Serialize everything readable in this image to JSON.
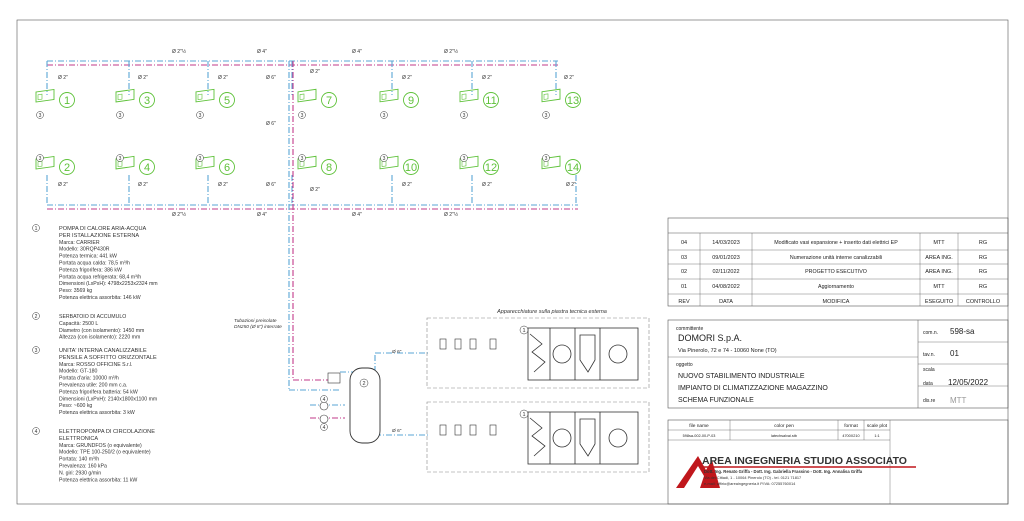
{
  "colors": {
    "pipe_blue": "#5aa6d6",
    "pipe_pink": "#c23a8a",
    "unit_green": "#5fc23a",
    "ink": "#333333",
    "logo_red": "#c0171c"
  },
  "diameters": {
    "d2_1_2": "Ø 2\"½",
    "d4": "Ø 4\"",
    "d2": "Ø 2\"",
    "d6": "Ø 6\""
  },
  "unit_numbers": [
    "1",
    "3",
    "5",
    "7",
    "9",
    "11",
    "13",
    "2",
    "4",
    "6",
    "8",
    "10",
    "12",
    "14"
  ],
  "callout_3": "3",
  "plant_title": "Apparecchiature sulla piastra tecnica esterna",
  "pipe_note": [
    "Tubazioni preisolate",
    "DN250 (Ø 8\") interrate"
  ],
  "plant_callouts": {
    "c1": "1",
    "c2": "2",
    "c4": "4"
  },
  "legend": [
    {
      "num": "1",
      "lines": [
        "POMPA DI CALORE ARIA-ACQUA",
        "PER ISTALLAZIONE ESTERNA",
        "Marca: CARRIER",
        "Modello: 30RQP430R",
        "Potenza termica: 441 kW",
        "Portata acqua calda: 78,5 m³/h",
        "Potenza frigorifera: 386 kW",
        "Portata acqua refrigerata: 68,4 m³/h",
        "Dimensioni (LxPxH): 4798x2253x2324 mm",
        "Peso: 3569 kg",
        "Potenza elettrica assorbita: 146 kW"
      ]
    },
    {
      "num": "2",
      "lines": [
        "SERBATOIO DI ACCUMULO",
        "Capacità: 2500 L",
        "Diametro (con isolamento): 1450 mm",
        "Altezza (con isolamento): 2220 mm"
      ]
    },
    {
      "num": "3",
      "lines": [
        "UNITA' INTERNA CANALIZZABILE",
        "PENSILE A SOFFITTO ORIZZONTALE",
        "Marca: ROSSO OFFICINE S.r.l.",
        "Modello: GT-180",
        "Portata d'aria: 10000 m³/h",
        "Prevalenza utile: 200 mm c.a.",
        "Potenza frigorifera batteria: 54 kW",
        "Dimensioni (LxPxH): 2140x1800x1100 mm",
        "Peso: ~600 kg",
        "Potenza elettrica assorbita: 3 kW"
      ]
    },
    {
      "num": "4",
      "lines": [
        "ELETTROPOMPA DI CIRCOLAZIONE",
        "ELETTRONICA",
        "Marca: GRUNDFOS (o equivalente)",
        "Modello: TPE 100-250/2 (o equivalente)",
        "Portata: 140 m³/h",
        "Prevalenza: 160 kPa",
        "N. giri: 2930 g/min",
        "Potenza elettrica assorbita: 11 kW"
      ]
    }
  ],
  "revisions": {
    "rows": [
      {
        "rev": "04",
        "date": "14/03/2023",
        "desc": "Modificato vasi espansione + inserito dati elettrici EP",
        "by": "MTT",
        "check": "RG"
      },
      {
        "rev": "03",
        "date": "09/01/2023",
        "desc": "Numerazione unità interne canalizzabili",
        "by": "AREA ING.",
        "check": "RG"
      },
      {
        "rev": "02",
        "date": "02/11/2022",
        "desc": "PROGETTO ESECUTIVO",
        "by": "AREA ING.",
        "check": "RG"
      },
      {
        "rev": "01",
        "date": "04/08/2022",
        "desc": "Aggiornamento",
        "by": "MTT",
        "check": "RG"
      }
    ],
    "headers": {
      "rev": "REV",
      "date": "DATA",
      "desc": "MODIFICA",
      "by": "ESEGUITO",
      "check": "CONTROLLO"
    }
  },
  "title_block": {
    "committente_label": "committente",
    "client": "DOMORI S.p.A.",
    "address": "Via Pinerolo, 72 e 74 - 10060 None (TO)",
    "oggetto_label": "oggetto",
    "object_lines": [
      "NUOVO STABILIMENTO INDUSTRIALE",
      "IMPIANTO DI CLIMATIZZAZIONE MAGAZZINO",
      "SCHEMA FUNZIONALE"
    ],
    "comm_label": "com.n.",
    "comm_value": "598-sa",
    "tav_label": "tav.n.",
    "tav_value": "01",
    "scala_label": "scala",
    "data_label": "data",
    "data_value": "12/05/2022",
    "dis_label": "dis.re",
    "dis_value": "MTT"
  },
  "file_block": {
    "headers": {
      "file": "file name",
      "pen": "color pen",
      "format": "format",
      "scale": "scale plot"
    },
    "values": {
      "file": "598sa-002-00-P-03",
      "pen": "latechsalvai.stb",
      "format": "4700X210",
      "scale": "1:1"
    }
  },
  "company": {
    "name": "AREA INGEGNERIA STUDIO ASSOCIATO",
    "partners": "Dott. Ing. Renato Griffa - Dott. Ing. Gabriella Frassino - Dott. Ing. Annalisa Griffa",
    "address": "Via dei Cittadi, 1 - 10064 Pinerolo (TO) - tel. 0121 71817",
    "email": "e-mail: uffirio@areaingegneria.it   P.IVA: 07255760014"
  }
}
